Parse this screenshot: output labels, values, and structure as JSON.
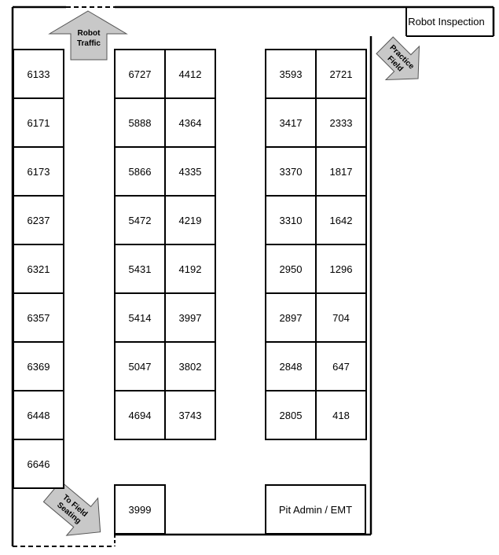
{
  "robot_inspection": "Robot Inspection",
  "arrows": {
    "robot_traffic": [
      "Robot",
      "Traffic"
    ],
    "practice_field": [
      "Practice",
      "Field"
    ],
    "to_field_seating": [
      "To Field",
      "Seating"
    ]
  },
  "left_column": [
    "6133",
    "6171",
    "6173",
    "6237",
    "6321",
    "6357",
    "6369",
    "6448",
    "6646"
  ],
  "center_block": [
    [
      "6727",
      "4412"
    ],
    [
      "5888",
      "4364"
    ],
    [
      "5866",
      "4335"
    ],
    [
      "5472",
      "4219"
    ],
    [
      "5431",
      "4192"
    ],
    [
      "5414",
      "3997"
    ],
    [
      "5047",
      "3802"
    ],
    [
      "4694",
      "3743"
    ]
  ],
  "right_block": [
    [
      "3593",
      "2721"
    ],
    [
      "3417",
      "2333"
    ],
    [
      "3370",
      "1817"
    ],
    [
      "3310",
      "1642"
    ],
    [
      "2950",
      "1296"
    ],
    [
      "2897",
      "704"
    ],
    [
      "2848",
      "647"
    ],
    [
      "2805",
      "418"
    ]
  ],
  "bottom_center": "3999",
  "pit_admin": "Pit Admin / EMT"
}
